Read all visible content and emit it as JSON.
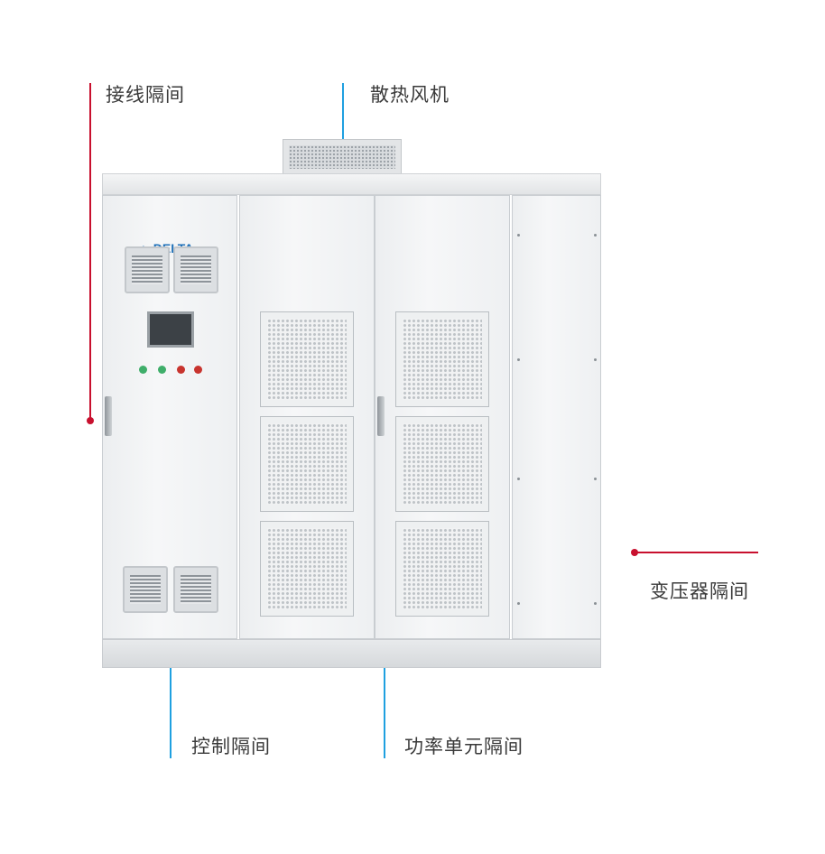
{
  "labels": {
    "wiring": "接线隔间",
    "fan": "散热风机",
    "transformer": "变压器隔间",
    "control": "控制隔间",
    "power_unit": "功率单元隔间"
  },
  "brand": "DELTA",
  "colors": {
    "red_callout": "#c8102e",
    "blue_callout": "#1fa0e0"
  }
}
